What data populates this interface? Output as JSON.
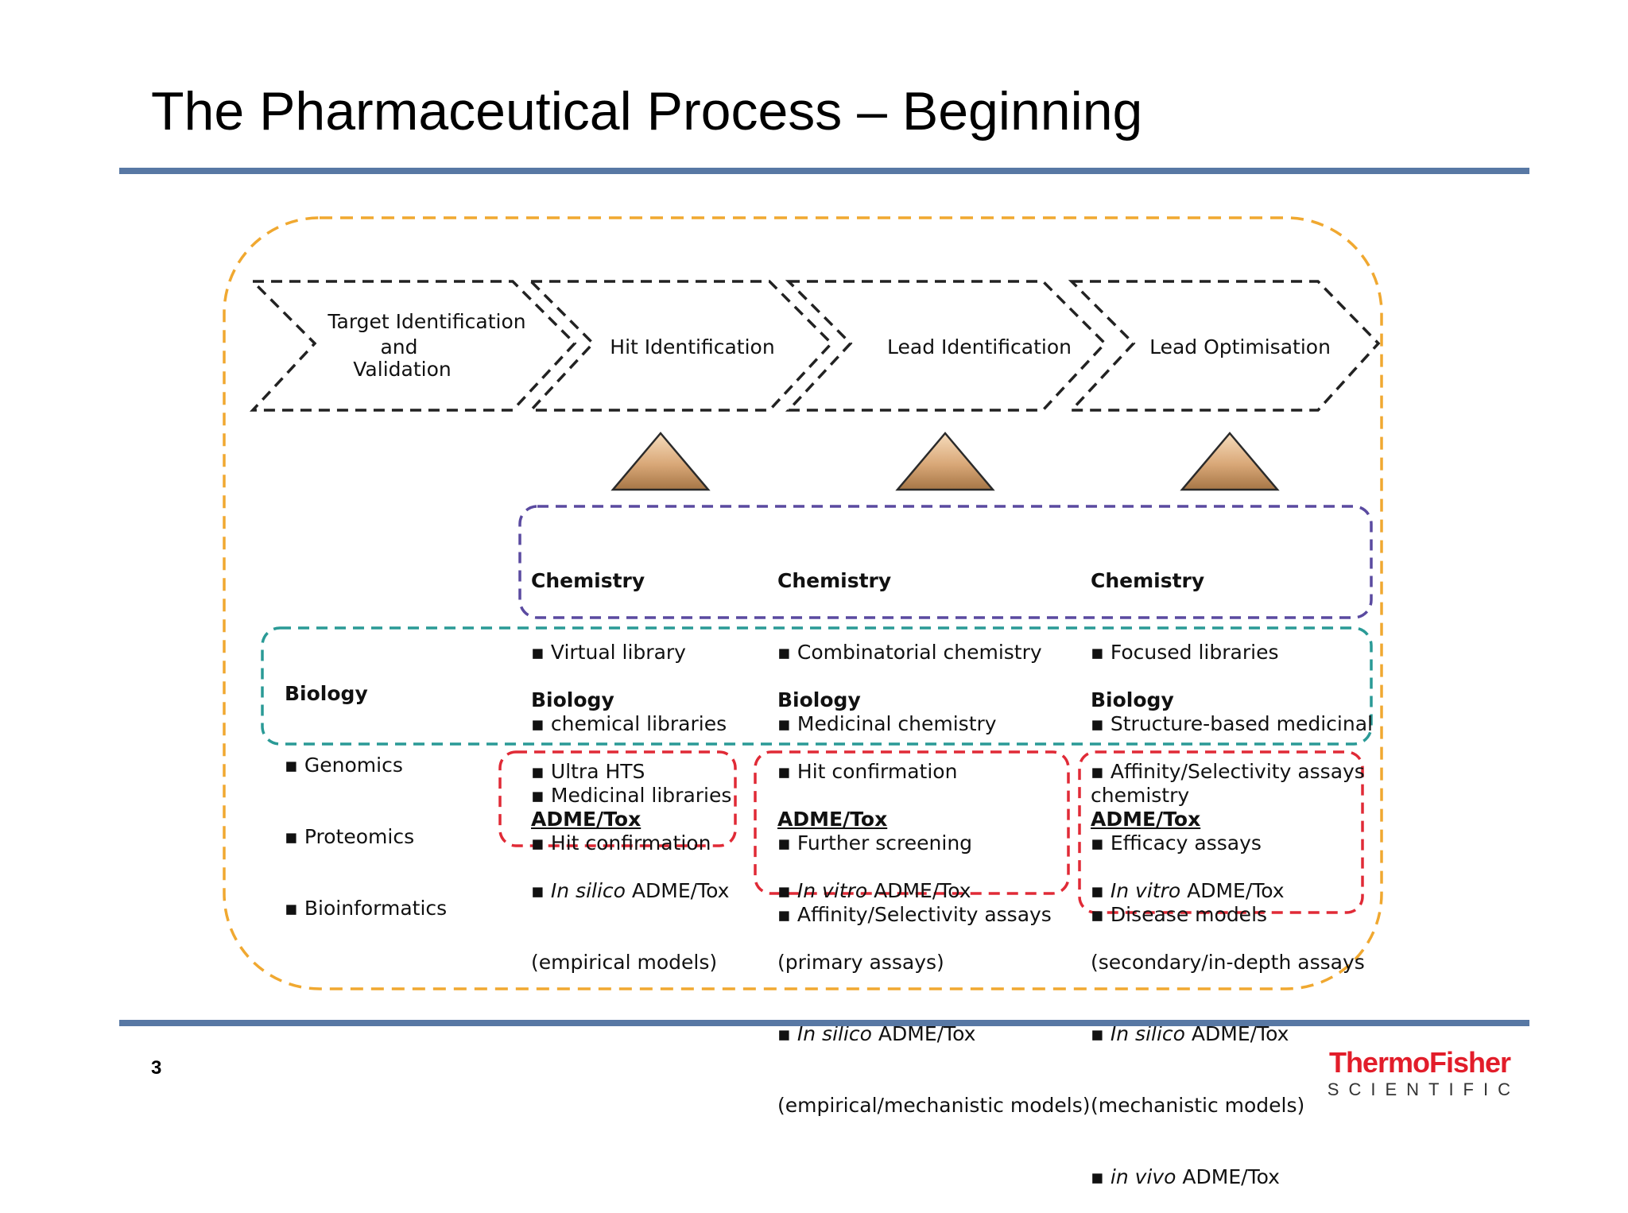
{
  "title": "The Pharmaceutical Process – Beginning",
  "page_number": "3",
  "logo": {
    "brand": "ThermoFisher",
    "sub": "SCIENTIFIC"
  },
  "stages": [
    {
      "lines": [
        "Target Identification",
        "and",
        "Validation"
      ]
    },
    {
      "lines": [
        "Hit Identification"
      ]
    },
    {
      "lines": [
        "Lead Identification"
      ]
    },
    {
      "lines": [
        "Lead Optimisation"
      ]
    }
  ],
  "chemistry": {
    "heading": "Chemistry",
    "columns": [
      [
        "▪ Virtual library",
        "▪ chemical libraries",
        "▪ Medicinal libraries"
      ],
      [
        "▪ Combinatorial chemistry",
        "▪ Medicinal chemistry"
      ],
      [
        "▪ Focused libraries",
        "▪ Structure-based medicinal",
        "chemistry"
      ]
    ]
  },
  "biology": {
    "heading": "Biology",
    "columns": [
      [
        "▪ Genomics",
        "▪ Proteomics",
        "▪ Bioinformatics"
      ],
      [
        "▪ Ultra HTS",
        "▪ Hit confirmation"
      ],
      [
        "▪ Hit confirmation",
        "▪ Further screening",
        "▪ Affinity/Selectivity assays"
      ],
      [
        "▪ Affinity/Selectivity assays",
        "▪ Efficacy assays",
        "▪ Disease models"
      ]
    ]
  },
  "adme": {
    "heading": "ADME/Tox",
    "boxes": [
      {
        "l1_bullet": "▪ ",
        "l1_italic": "In silico",
        "l1_rest": " ADME/Tox",
        "l2": "(empirical models)"
      },
      {
        "l1_bullet": "▪ ",
        "l1_italic": "In vitro",
        "l1_rest": " ADME/Tox",
        "l2": "(primary assays)",
        "l3_bullet": "▪ ",
        "l3_italic": "In silico",
        "l3_rest": " ADME/Tox",
        "l4": "(empirical/mechanistic models)"
      },
      {
        "l1_bullet": "▪ ",
        "l1_italic": "In vitro",
        "l1_rest": " ADME/Tox",
        "l2": "(secondary/in-depth assays",
        "l3_bullet": "▪ ",
        "l3_italic": "In silico",
        "l3_rest": " ADME/Tox",
        "l4": "(mechanistic models)",
        "l5_bullet": "▪ ",
        "l5_italic": "in vivo",
        "l5_rest": " ADME/Tox"
      }
    ]
  },
  "colors": {
    "outer_border": "#f0a830",
    "chemistry_border": "#5a4aa0",
    "biology_border": "#2a9a96",
    "adme_border": "#e02a36",
    "rule": "#5878a4",
    "logo_red": "#e21d2a"
  }
}
